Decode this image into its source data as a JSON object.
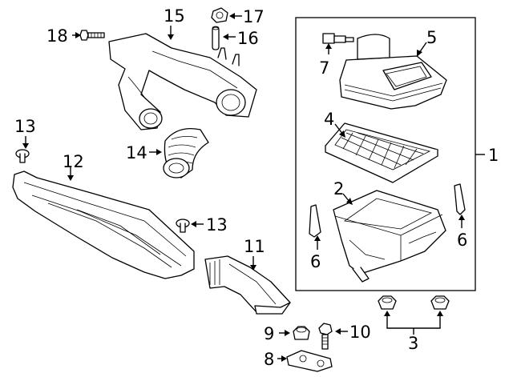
{
  "callouts": {
    "c1": "1",
    "c2": "2",
    "c3": "3",
    "c4": "4",
    "c5": "5",
    "c6a": "6",
    "c6b": "6",
    "c7": "7",
    "c8": "8",
    "c9": "9",
    "c10": "10",
    "c11": "11",
    "c12": "12",
    "c13a": "13",
    "c13b": "13",
    "c14": "14",
    "c15": "15",
    "c16": "16",
    "c17": "17",
    "c18": "18"
  }
}
